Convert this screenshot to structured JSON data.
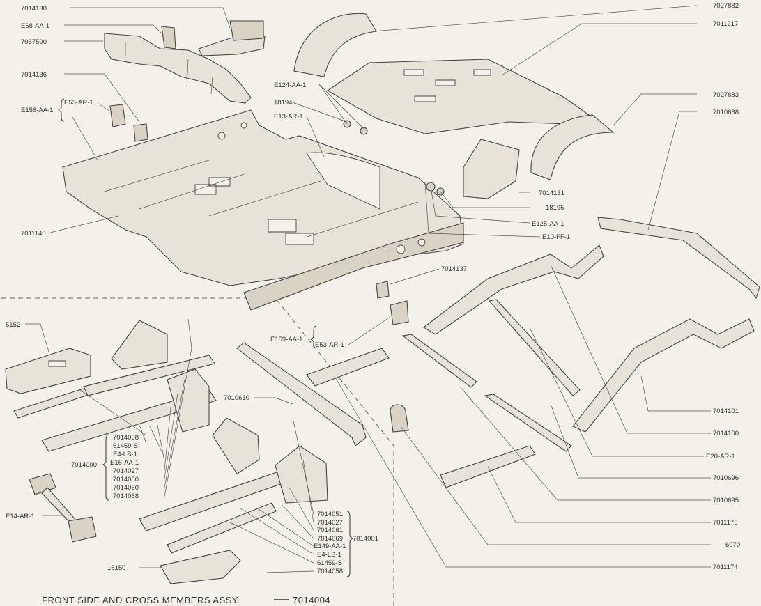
{
  "caption": {
    "text": "FRONT SIDE AND CROSS MEMBERS ASSY.",
    "number": "7014004"
  },
  "labels": {
    "l7014130": "7014130",
    "lE68AA1": "E68-AA-1",
    "l7067500": "7067500",
    "l7014136": "7014136",
    "lE53AR1a": "E53-AR-1",
    "lE158AA1": "E158-AA-1",
    "lE124AA1": "E124-AA-1",
    "l18194": "18194",
    "lE13AR1": "E13-AR-1",
    "l7011140": "7011140",
    "l7027882": "7027882",
    "l7011217": "7011217",
    "l7027883": "7027883",
    "l7010668": "7010668",
    "l7014131": "7014131",
    "l18195": "18195",
    "lE125AA1": "E125-AA-1",
    "lE10FF1": "E10-FF-1",
    "l7014137": "7014137",
    "lE159AA1": "E159-AA-1",
    "lE53AR1b": "E53-AR-1",
    "l5152": "5152",
    "l7010610": "7010610",
    "l7014058a": "7014058",
    "l61459Sa": "61459-S",
    "lE4LB1a": "E4-LB-1",
    "lE16AA1": "E16-AA-1",
    "l7014027a": "7014027",
    "l7014050": "7014050",
    "l7014060": "7014060",
    "l7014068": "7014068",
    "l7014000": "7014000",
    "lE14AR1": "E14-AR-1",
    "l16150": "16150",
    "l7014051": "7014051",
    "l7014027b": "7014027",
    "l7014061": "7014061",
    "l7014069": "7014069",
    "lE149AA1": "E149-AA-1",
    "lE4LB1b": "E4-LB-1",
    "l61459Sb": "61459-S",
    "l7014058b": "7014058",
    "l7014001": "7014001",
    "l7014101": "7014101",
    "l7014100": "7014100",
    "lE20AR1": "E20-AR-1",
    "l7010696": "7010696",
    "l7010695": "7010695",
    "l7011175": "7011175",
    "l6070": "6070",
    "l7011174": "7011174"
  }
}
